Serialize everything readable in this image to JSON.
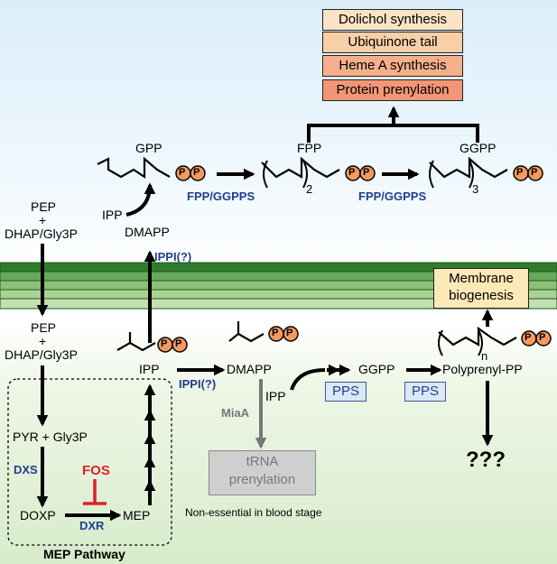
{
  "pathway_boxes": {
    "dolichol": "Dolichol synthesis",
    "ubiquinone": "Ubiquinone tail",
    "heme": "Heme A synthesis",
    "protein": "Protein prenylation"
  },
  "membrane": {
    "label_line1": "Membrane",
    "label_line2": "biogenesis"
  },
  "metabolites": {
    "gpp": "GPP",
    "fpp": "FPP",
    "ggpp_top": "GGPP",
    "ipp_top": "IPP",
    "dmapp_top": "DMAPP",
    "pep1": "PEP",
    "plus1": "+",
    "dhap1": "DHAP/Gly3P",
    "pep2": "PEP",
    "plus2": "+",
    "dhap2": "DHAP/Gly3P",
    "pyr": "PYR + Gly3P",
    "doxp": "DOXP",
    "mep": "MEP",
    "ipp_mid": "IPP",
    "dmapp_mid": "DMAPP",
    "ipp_low": "IPP",
    "ggpp_mid": "GGPP",
    "polyprenyl": "Polyprenyl-PP",
    "unknown": "???",
    "sub2": "2",
    "sub3": "3",
    "subn": "n",
    "pp": "P"
  },
  "enzymes": {
    "fppggpps1": "FPP/GGPPS",
    "fppggpps2": "FPP/GGPPS",
    "ippi_top": "IPPI(?)",
    "ippi_mid": "IPPI(?)",
    "dxs": "DXS",
    "dxr": "DXR",
    "fos": "FOS",
    "miaa": "MiaA",
    "pps1": "PPS",
    "pps2": "PPS"
  },
  "trna": {
    "line1": "tRNA",
    "line2": "prenylation",
    "note": "Non-essential in blood stage"
  },
  "mep_pathway_label": "MEP Pathway",
  "colors": {
    "blue_text": "#1f3f8f",
    "fos_red": "#e0202a",
    "membrane_green": "#2f7d2c",
    "pp_orange": "#f39a5f",
    "miaa_grey": "#777777"
  }
}
